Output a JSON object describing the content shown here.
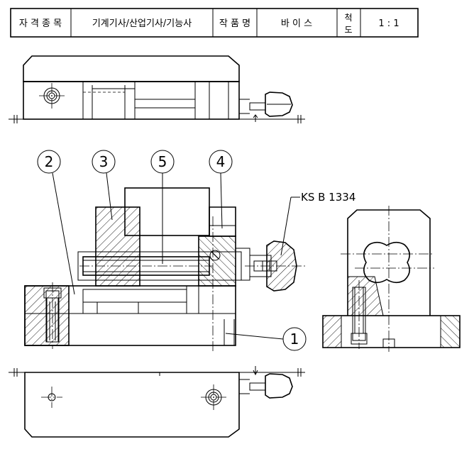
{
  "title_block": {
    "label_qualification": "자 격 종 목",
    "value_qualification": "기계기사/산업기사/기능사",
    "label_work_name": "작 품 명",
    "value_work_name": "바 이 스",
    "label_scale_1": "척",
    "label_scale_2": "도",
    "value_scale": "1 : 1"
  },
  "balloons": [
    {
      "id": "2"
    },
    {
      "id": "3"
    },
    {
      "id": "5"
    },
    {
      "id": "4"
    },
    {
      "id": "1"
    }
  ],
  "annotations": {
    "standard_note": "KS B 1334"
  }
}
